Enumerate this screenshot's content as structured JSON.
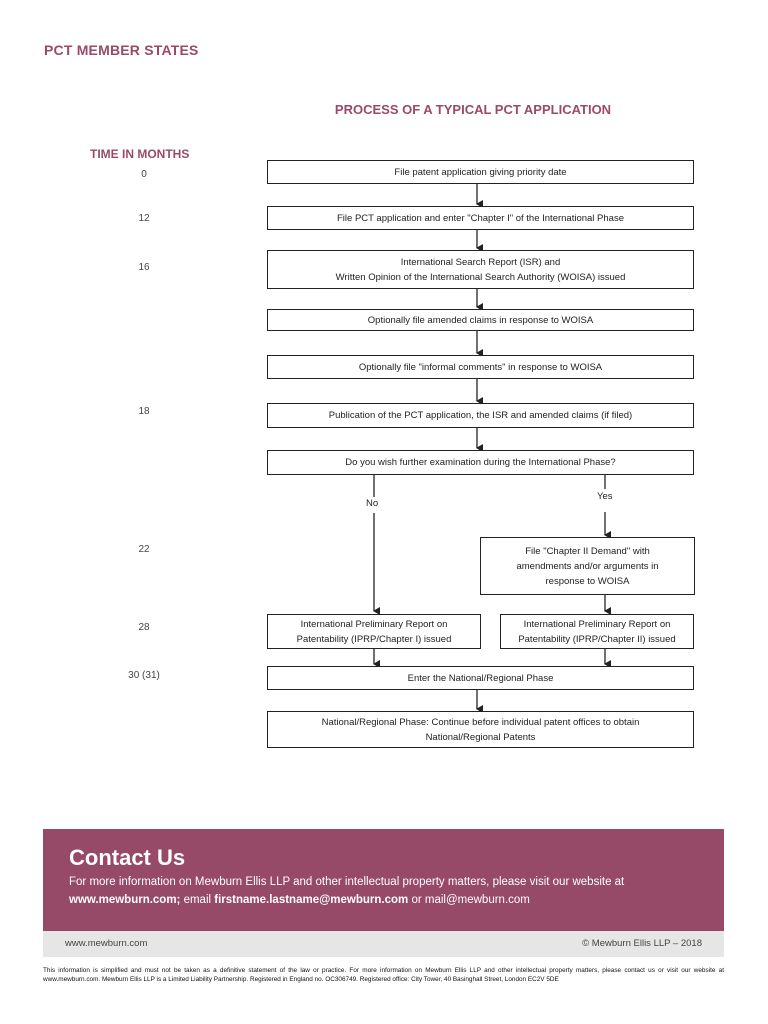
{
  "page_heading": "PCT MEMBER STATES",
  "diagram": {
    "title": "PROCESS OF A TYPICAL PCT APPLICATION",
    "time_heading": "TIME IN MONTHS",
    "ticks": [
      "0",
      "12",
      "16",
      "18",
      "22",
      "28",
      "30 (31)"
    ],
    "steps": {
      "file_priority": "File patent application giving priority date",
      "file_pct": "File PCT application and enter \"Chapter I\" of the International Phase",
      "isr_line1": "International Search Report (ISR) and",
      "isr_line2": "Written Opinion of the International Search Authority (WOISA) issued",
      "amend_claims": "Optionally file amended claims in response to WOISA",
      "informal_comments": "Optionally file \"informal comments\" in response to WOISA",
      "publication": "Publication of the PCT application, the ISR and amended claims (if filed)",
      "question": "Do you wish further examination during the International Phase?",
      "demand_line1": "File \"Chapter II Demand\" with",
      "demand_line2": "amendments and/or arguments in",
      "demand_line3": "response to WOISA",
      "iprp1_line1": "International Preliminary Report on",
      "iprp1_line2": "Patentability (IPRP/Chapter I) issued",
      "iprp2_line1": "International Preliminary Report on",
      "iprp2_line2": "Patentability (IPRP/Chapter II) issued",
      "enter_national": "Enter the National/Regional Phase",
      "national_line1": "National/Regional Phase: Continue before individual patent offices to obtain",
      "national_line2": "National/Regional Patents"
    },
    "branch_no": "No",
    "branch_yes": "Yes"
  },
  "contact": {
    "title": "Contact Us",
    "line1": "For more information on Mewburn Ellis LLP and other intellectual property matters, please visit our website at",
    "website_bold": "www.mewburn.com;",
    "email_label": " email ",
    "email_bold": "firstname.lastname@mewburn.com",
    "or_mail": " or mail@mewburn.com"
  },
  "footer": {
    "left": "www.mewburn.com",
    "right": "© Mewburn Ellis LLP –  2018"
  },
  "disclaimer": "This information is simplified and must not be taken as a definitive statement of the law or practice. For more information on Mewburn Ellis LLP and other intellectual property matters, please contact us or visit our website at www.mewburn.com.  Mewburn Ellis LLP is a Limited Liability Partnership. Registered in England no. OC306749. Registered office: City Tower, 40 Basinghall Street, London EC2V 5DE",
  "colors": {
    "accent": "#9a4a68",
    "contact_bg": "#964a67",
    "footer_bg": "#e6e6e6"
  }
}
